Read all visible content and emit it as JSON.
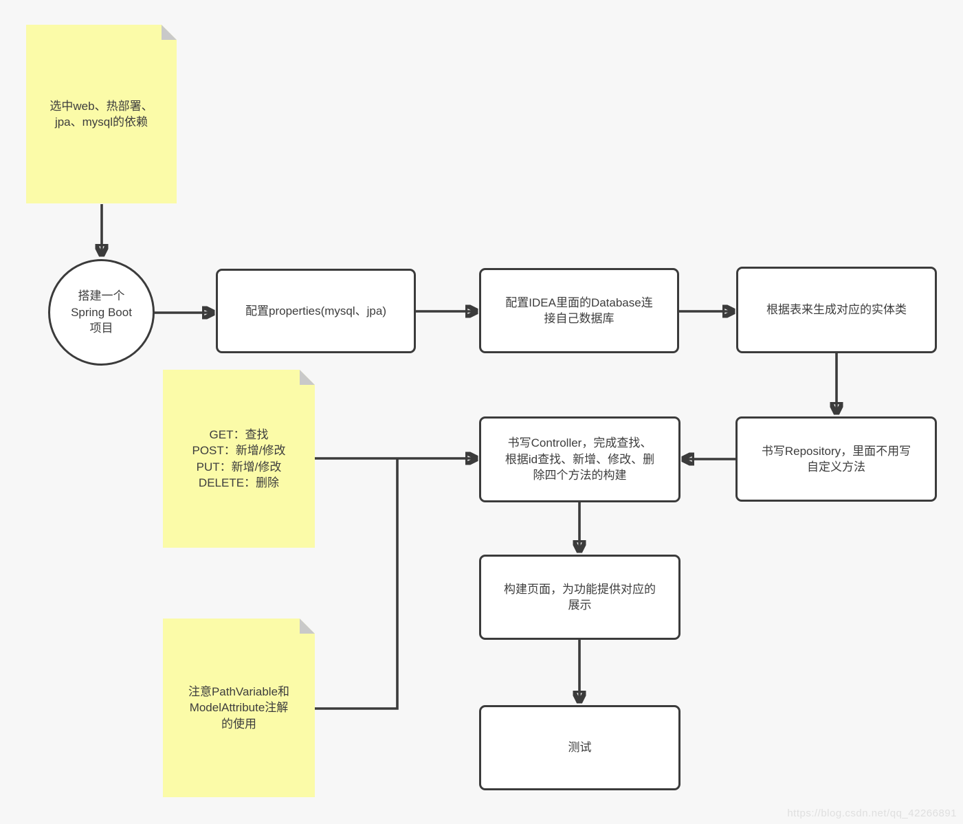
{
  "diagram_title": "Spring Boot CRUD development flowchart",
  "colors": {
    "background": "#f7f7f7",
    "line_and_border": "#3b3b3b",
    "node_fill": "#ffffff",
    "note_fill": "#fbfba8",
    "note_fold": "#c9c9c9",
    "text": "#3d3d3d",
    "watermark": "#dfdfdf"
  },
  "notes": [
    {
      "id": "note-dependencies",
      "text": "选中web、热部署、\njpa、mysql的依赖"
    },
    {
      "id": "note-http-methods",
      "text": "GET：查找\nPOST：新增/修改\nPUT：新增/修改\nDELETE：删除"
    },
    {
      "id": "note-annotations",
      "text": "注意PathVariable和\nModelAttribute注解\n的使用"
    }
  ],
  "nodes": [
    {
      "id": "start-circle",
      "shape": "circle",
      "text": "搭建一个\nSpring Boot\n项目"
    },
    {
      "id": "config-properties",
      "shape": "rect",
      "text": "配置properties(mysql、jpa)"
    },
    {
      "id": "config-idea-database",
      "shape": "rect",
      "text": "配置IDEA里面的Database连\n接自己数据库"
    },
    {
      "id": "generate-entity",
      "shape": "rect",
      "text": "根据表来生成对应的实体类"
    },
    {
      "id": "write-repository",
      "shape": "rect",
      "text": "书写Repository，里面不用写\n自定义方法"
    },
    {
      "id": "write-controller",
      "shape": "rect",
      "text": "书写Controller，完成查找、\n根据id查找、新增、修改、删\n除四个方法的构建"
    },
    {
      "id": "build-pages",
      "shape": "rect",
      "text": "构建页面，为功能提供对应的\n展示"
    },
    {
      "id": "test",
      "shape": "rect",
      "text": "测试"
    }
  ],
  "edges": [
    {
      "from": "note-dependencies",
      "to": "start-circle",
      "arrow": true
    },
    {
      "from": "start-circle",
      "to": "config-properties",
      "arrow": true
    },
    {
      "from": "config-properties",
      "to": "config-idea-database",
      "arrow": true
    },
    {
      "from": "config-idea-database",
      "to": "generate-entity",
      "arrow": true
    },
    {
      "from": "generate-entity",
      "to": "write-repository",
      "arrow": true
    },
    {
      "from": "write-repository",
      "to": "write-controller",
      "arrow": true
    },
    {
      "from": "note-http-methods",
      "to": "write-controller",
      "arrow": true
    },
    {
      "from": "note-annotations",
      "to": "write-controller",
      "arrow": false,
      "note": "merges into note-http-methods connector"
    },
    {
      "from": "write-controller",
      "to": "build-pages",
      "arrow": true
    },
    {
      "from": "build-pages",
      "to": "test",
      "arrow": true
    }
  ],
  "watermark": "https://blog.csdn.net/qq_42266891"
}
